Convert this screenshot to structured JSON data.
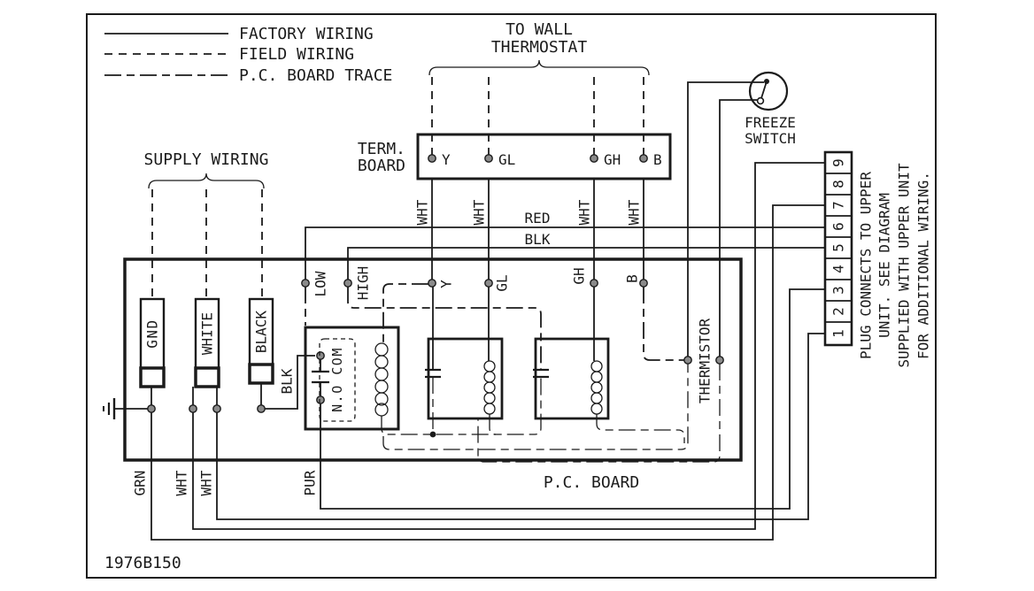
{
  "colors": {
    "ink": "#1b1b1b",
    "paper": "#ffffff",
    "terminal_dot": "#8a8a8a"
  },
  "legend": {
    "factory": "FACTORY WIRING",
    "field": "FIELD WIRING",
    "trace": "P.C. BOARD TRACE"
  },
  "thermostat": {
    "title_line1": "TO WALL",
    "title_line2": "THERMOSTAT"
  },
  "term_board": {
    "name_line1": "TERM.",
    "name_line2": "BOARD",
    "terminal_y": "Y",
    "terminal_gl": "GL",
    "terminal_gh": "GH",
    "terminal_b": "B"
  },
  "freeze_switch": {
    "name_line1": "FREEZE",
    "name_line2": "SWITCH"
  },
  "wire_labels": {
    "wht": "WHT",
    "red": "RED",
    "blk": "BLK",
    "grn": "GRN",
    "pur": "PUR"
  },
  "supply": {
    "title": "SUPPLY WIRING",
    "block_gnd": "GND",
    "block_white": "WHITE",
    "block_black": "BLACK"
  },
  "pc_board": {
    "name": "P.C. BOARD",
    "terminal_low": "LOW",
    "terminal_high": "HIGH",
    "terminal_y": "Y",
    "terminal_gl": "GL",
    "terminal_gh": "GH",
    "terminal_b": "B",
    "relay_contacts": "N.O COM",
    "thermistor": "THERMISTOR"
  },
  "connector": {
    "pins": [
      "1",
      "2",
      "3",
      "4",
      "5",
      "6",
      "7",
      "8",
      "9"
    ],
    "note_line1": "PLUG CONNECTS TO UPPER",
    "note_line2": "UNIT.  SEE DIAGRAM",
    "note_line3": "SUPPLIED WITH UPPER UNIT",
    "note_line4": "FOR ADDITIONAL WIRING."
  },
  "part_number": "1976B150"
}
